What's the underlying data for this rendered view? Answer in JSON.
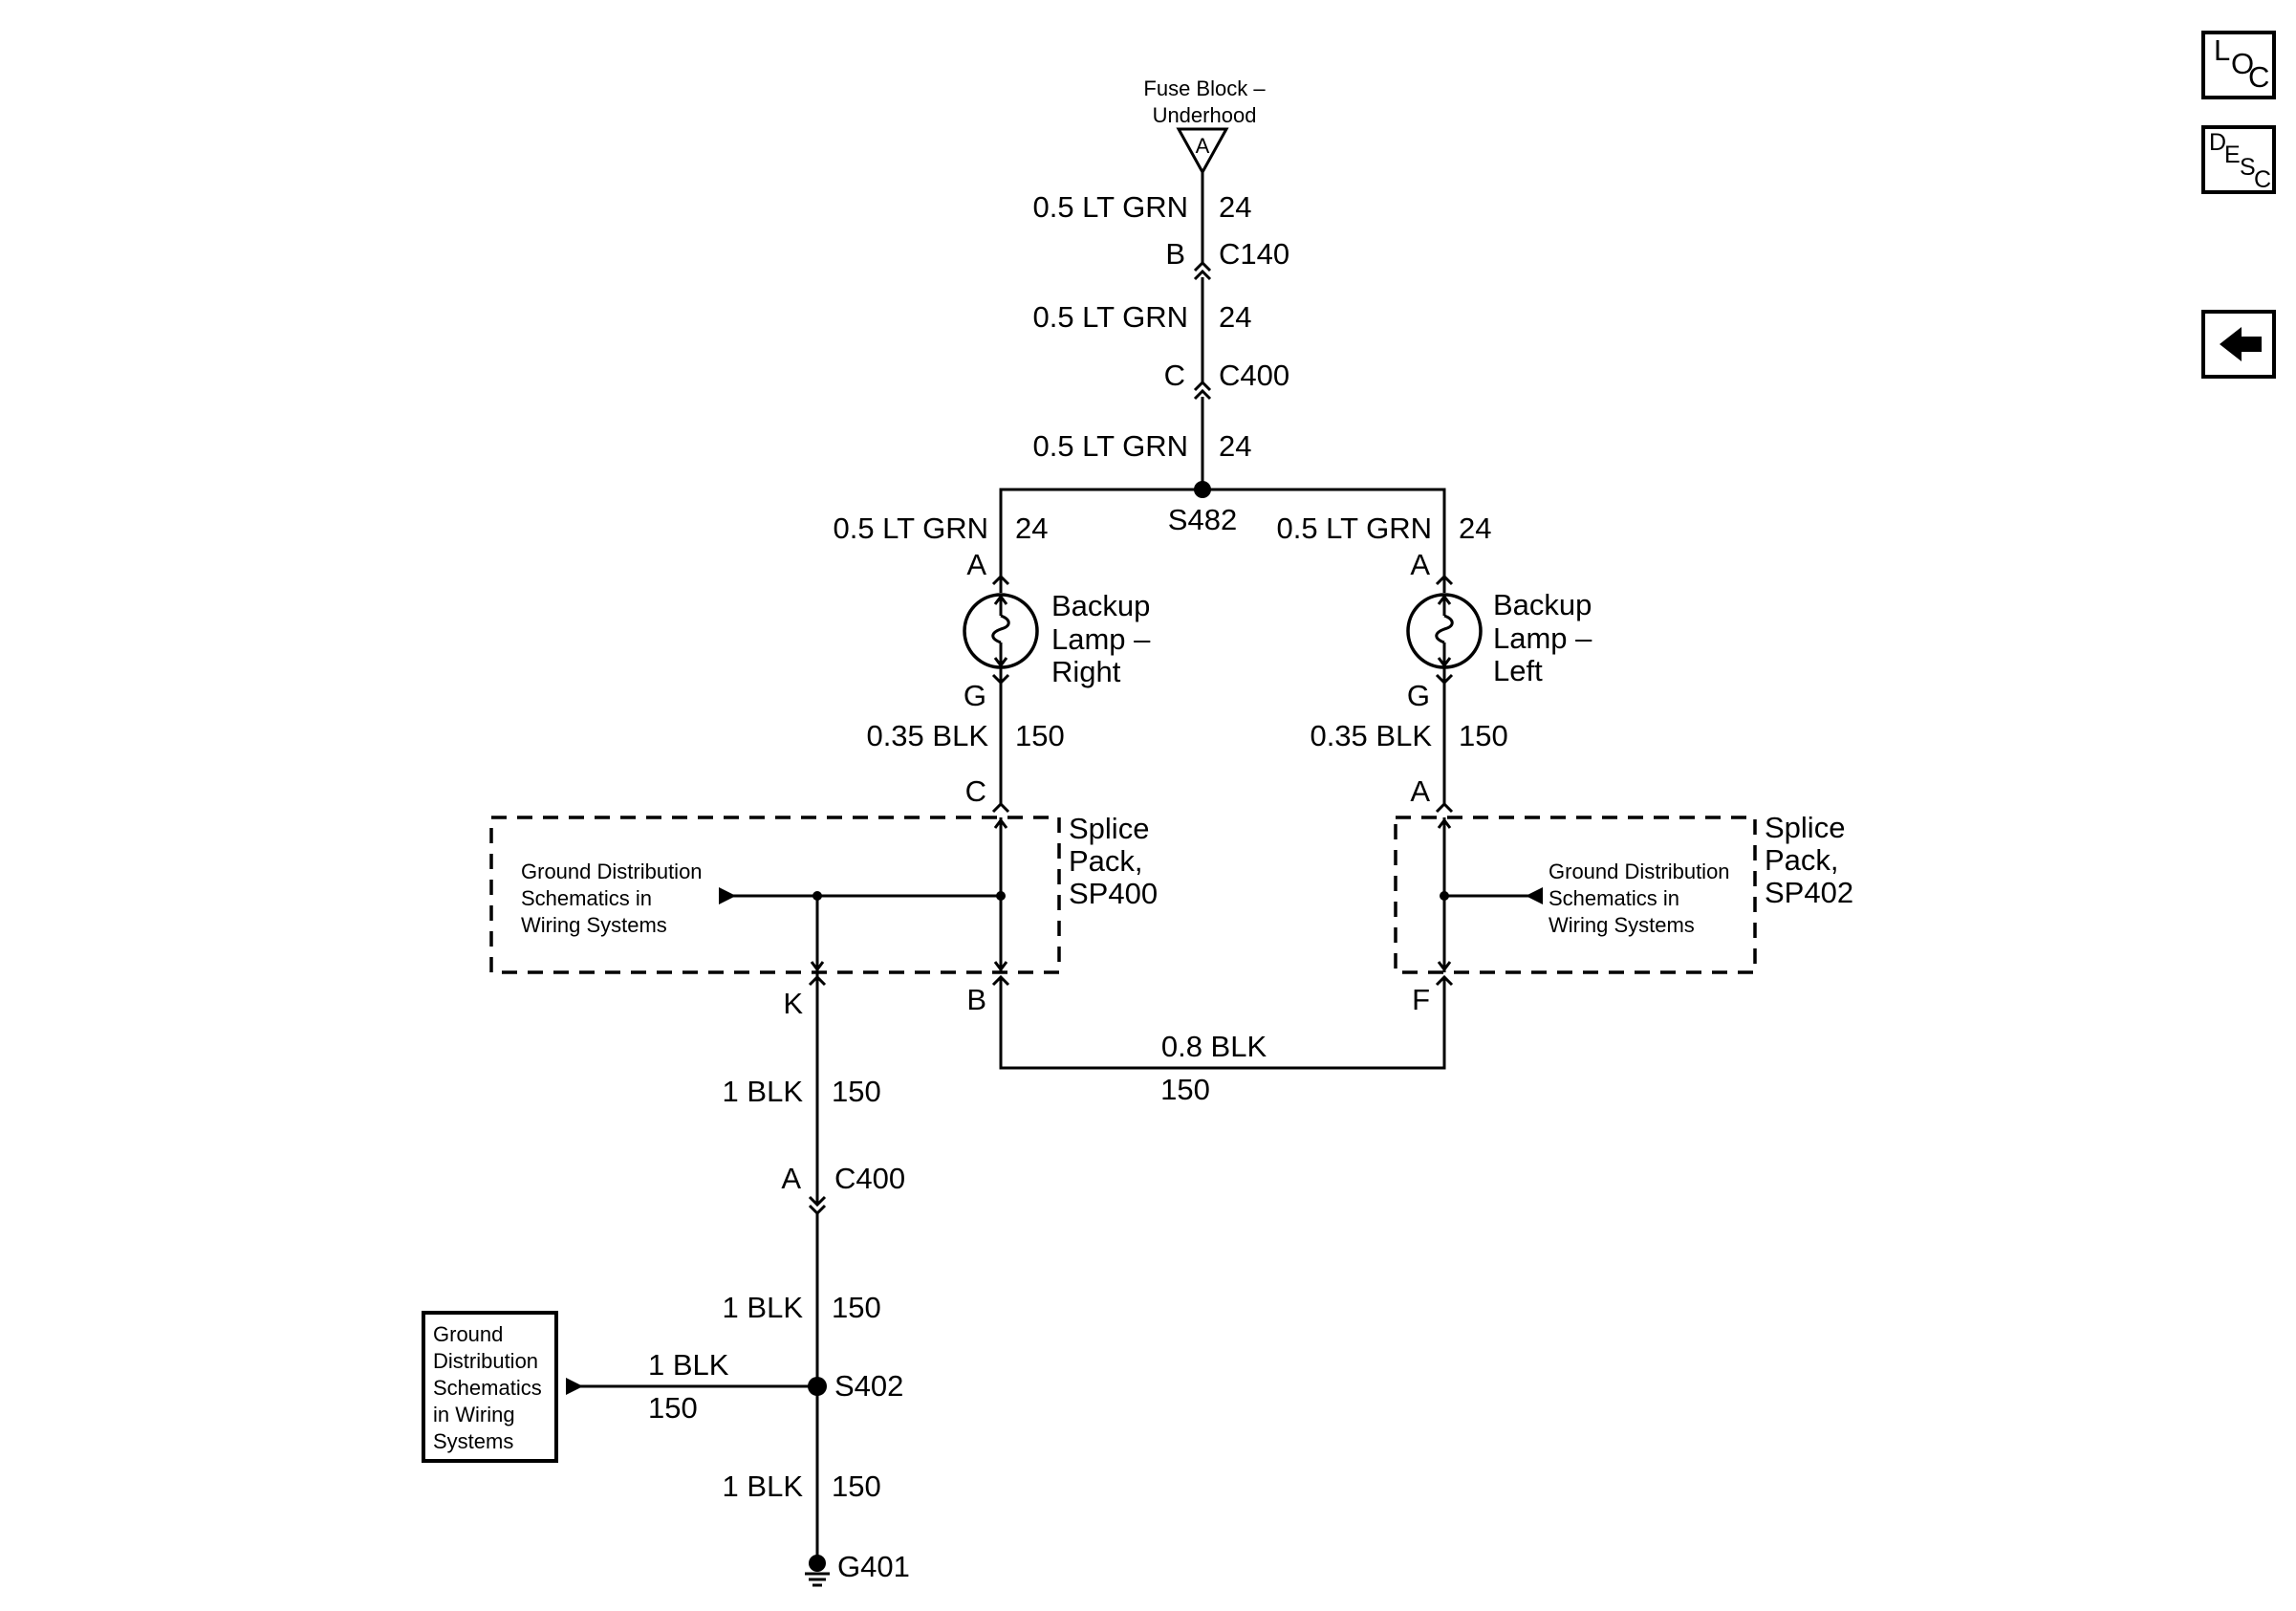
{
  "nav": {
    "loc_button": [
      "L",
      "O",
      "C"
    ],
    "desc_button": [
      "D",
      "E",
      "S",
      "C"
    ],
    "back_icon": "left-arrow-icon"
  },
  "top": {
    "source_line1": "Fuse Block –",
    "source_line2": "Underhood",
    "source_terminal": "A",
    "wire1_spec": "0.5 LT GRN",
    "wire1_circuit": "24",
    "conn1_pin": "B",
    "conn1_name": "C140",
    "wire2_spec": "0.5 LT GRN",
    "wire2_circuit": "24",
    "conn2_pin": "C",
    "conn2_name": "C400",
    "wire3_spec": "0.5 LT GRN",
    "wire3_circuit": "24",
    "splice_name": "S482"
  },
  "right_lamp": {
    "wire_in_spec": "0.5 LT GRN",
    "wire_in_circuit": "24",
    "pin_in": "A",
    "name_line1": "Backup",
    "name_line2": "Lamp –",
    "name_line3": "Right",
    "pin_out": "G",
    "wire_out_spec": "0.35 BLK",
    "wire_out_circuit": "150"
  },
  "left_lamp": {
    "wire_in_spec": "0.5 LT GRN",
    "wire_in_circuit": "24",
    "pin_in": "A",
    "name_line1": "Backup",
    "name_line2": "Lamp –",
    "name_line3": "Left",
    "pin_out": "G",
    "wire_out_spec": "0.35 BLK",
    "wire_out_circuit": "150"
  },
  "sp400": {
    "pin_in": "C",
    "name_line1": "Splice",
    "name_line2": "Pack,",
    "name_line3": "SP400",
    "ref_line1": "Ground Distribution",
    "ref_line2": "Schematics in",
    "ref_line3": "Wiring Systems",
    "pin_out_k": "K",
    "pin_out_b": "B"
  },
  "sp402": {
    "pin_in": "A",
    "name_line1": "Splice",
    "name_line2": "Pack,",
    "name_line3": "SP402",
    "ref_line1": "Ground Distribution",
    "ref_line2": "Schematics in",
    "ref_line3": "Wiring Systems",
    "pin_out": "F"
  },
  "crossover": {
    "wire_spec": "0.8 BLK",
    "wire_circuit": "150"
  },
  "ground_path": {
    "wire1_spec": "1 BLK",
    "wire1_circuit": "150",
    "conn_pin": "A",
    "conn_name": "C400",
    "wire2_spec": "1 BLK",
    "wire2_circuit": "150",
    "splice_name": "S402",
    "branch_spec": "1 BLK",
    "branch_circuit": "150",
    "branch_ref_line1": "Ground",
    "branch_ref_line2": "Distribution",
    "branch_ref_line3": "Schematics",
    "branch_ref_line4": "in Wiring",
    "branch_ref_line5": "Systems",
    "wire3_spec": "1 BLK",
    "wire3_circuit": "150",
    "ground_name": "G401"
  }
}
